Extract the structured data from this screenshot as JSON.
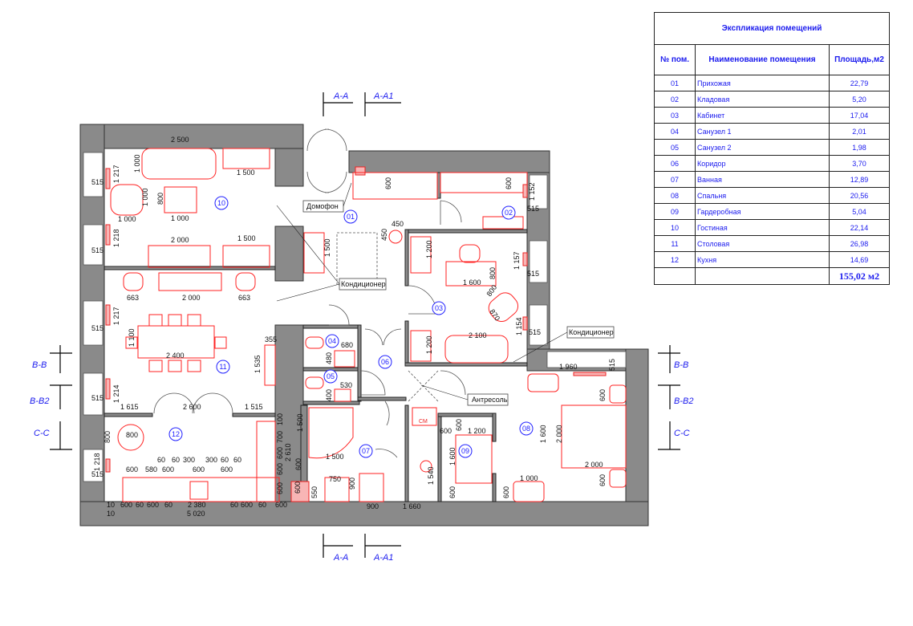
{
  "explication": {
    "title": "Экспликация помещений",
    "headers": [
      "№ пом.",
      "Наименование помещения",
      "Площадь,м2"
    ],
    "rows": [
      {
        "num": "01",
        "name": "Прихожая",
        "area": "22,79"
      },
      {
        "num": "02",
        "name": "Кладовая",
        "area": "5,20"
      },
      {
        "num": "03",
        "name": "Кабинет",
        "area": "17,04"
      },
      {
        "num": "04",
        "name": "Санузел 1",
        "area": "2,01"
      },
      {
        "num": "05",
        "name": "Санузел 2",
        "area": "1,98"
      },
      {
        "num": "06",
        "name": "Коридор",
        "area": "3,70"
      },
      {
        "num": "07",
        "name": "Ванная",
        "area": "12,89"
      },
      {
        "num": "08",
        "name": "Спальня",
        "area": "20,56"
      },
      {
        "num": "09",
        "name": "Гардеробная",
        "area": "5,04"
      },
      {
        "num": "10",
        "name": "Гостиная",
        "area": "22,14"
      },
      {
        "num": "11",
        "name": "Столовая",
        "area": "26,98"
      },
      {
        "num": "12",
        "name": "Кухня",
        "area": "14,69"
      }
    ],
    "total": "155,02 м2"
  },
  "plan": {
    "rooms": [
      "01",
      "02",
      "03",
      "04",
      "05",
      "06",
      "07",
      "08",
      "09",
      "10",
      "11",
      "12"
    ],
    "callouts": {
      "intercom": "Домофон",
      "ac1": "Кондиционер",
      "ac2": "Кондиционер",
      "mezzanine": "Антресоль",
      "washer": "СМ"
    },
    "sections": {
      "aa": "А-А",
      "aa1": "А-А1",
      "vv": "В-В",
      "vv2": "В-В2",
      "cc": "С-С"
    },
    "dims": [
      "2 500",
      "1 000",
      "1 500",
      "1 217",
      "515",
      "1 000",
      "800",
      "1 000",
      "1 000",
      "1 218",
      "515",
      "2 000",
      "1 500",
      "663",
      "2 000",
      "663",
      "1 217",
      "515",
      "1 100",
      "2 400",
      "355",
      "1 535",
      "1 214",
      "515",
      "1 615",
      "2 600",
      "1 515",
      "800",
      "800",
      "1 218",
      "515",
      "600",
      "580",
      "60",
      "60",
      "300",
      "300",
      "60",
      "60",
      "600",
      "600",
      "600",
      "600",
      "60",
      "600",
      "60",
      "2 380",
      "60",
      "600",
      "60",
      "600",
      "5 020",
      "10",
      "10",
      "100",
      "700",
      "600",
      "2 610",
      "600",
      "600",
      "1 500",
      "1 500",
      "600",
      "750",
      "550",
      "900",
      "900",
      "1 660",
      "1 540",
      "680",
      "480",
      "530",
      "400",
      "1 500",
      "600",
      "450",
      "450",
      "600",
      "1 152",
      "515",
      "1 200",
      "1 600",
      "800",
      "800",
      "870",
      "1 157",
      "515",
      "2 100",
      "1 200",
      "1 154",
      "515",
      "1 960",
      "515",
      "600",
      "1 600",
      "2 000",
      "2 000",
      "600",
      "1 000",
      "600",
      "600",
      "600",
      "1 200",
      "1 600",
      "600",
      "600"
    ]
  },
  "colors": {
    "wall": "#8a8a8a",
    "furniture": "#ff2222",
    "label": "#1a1aee"
  }
}
